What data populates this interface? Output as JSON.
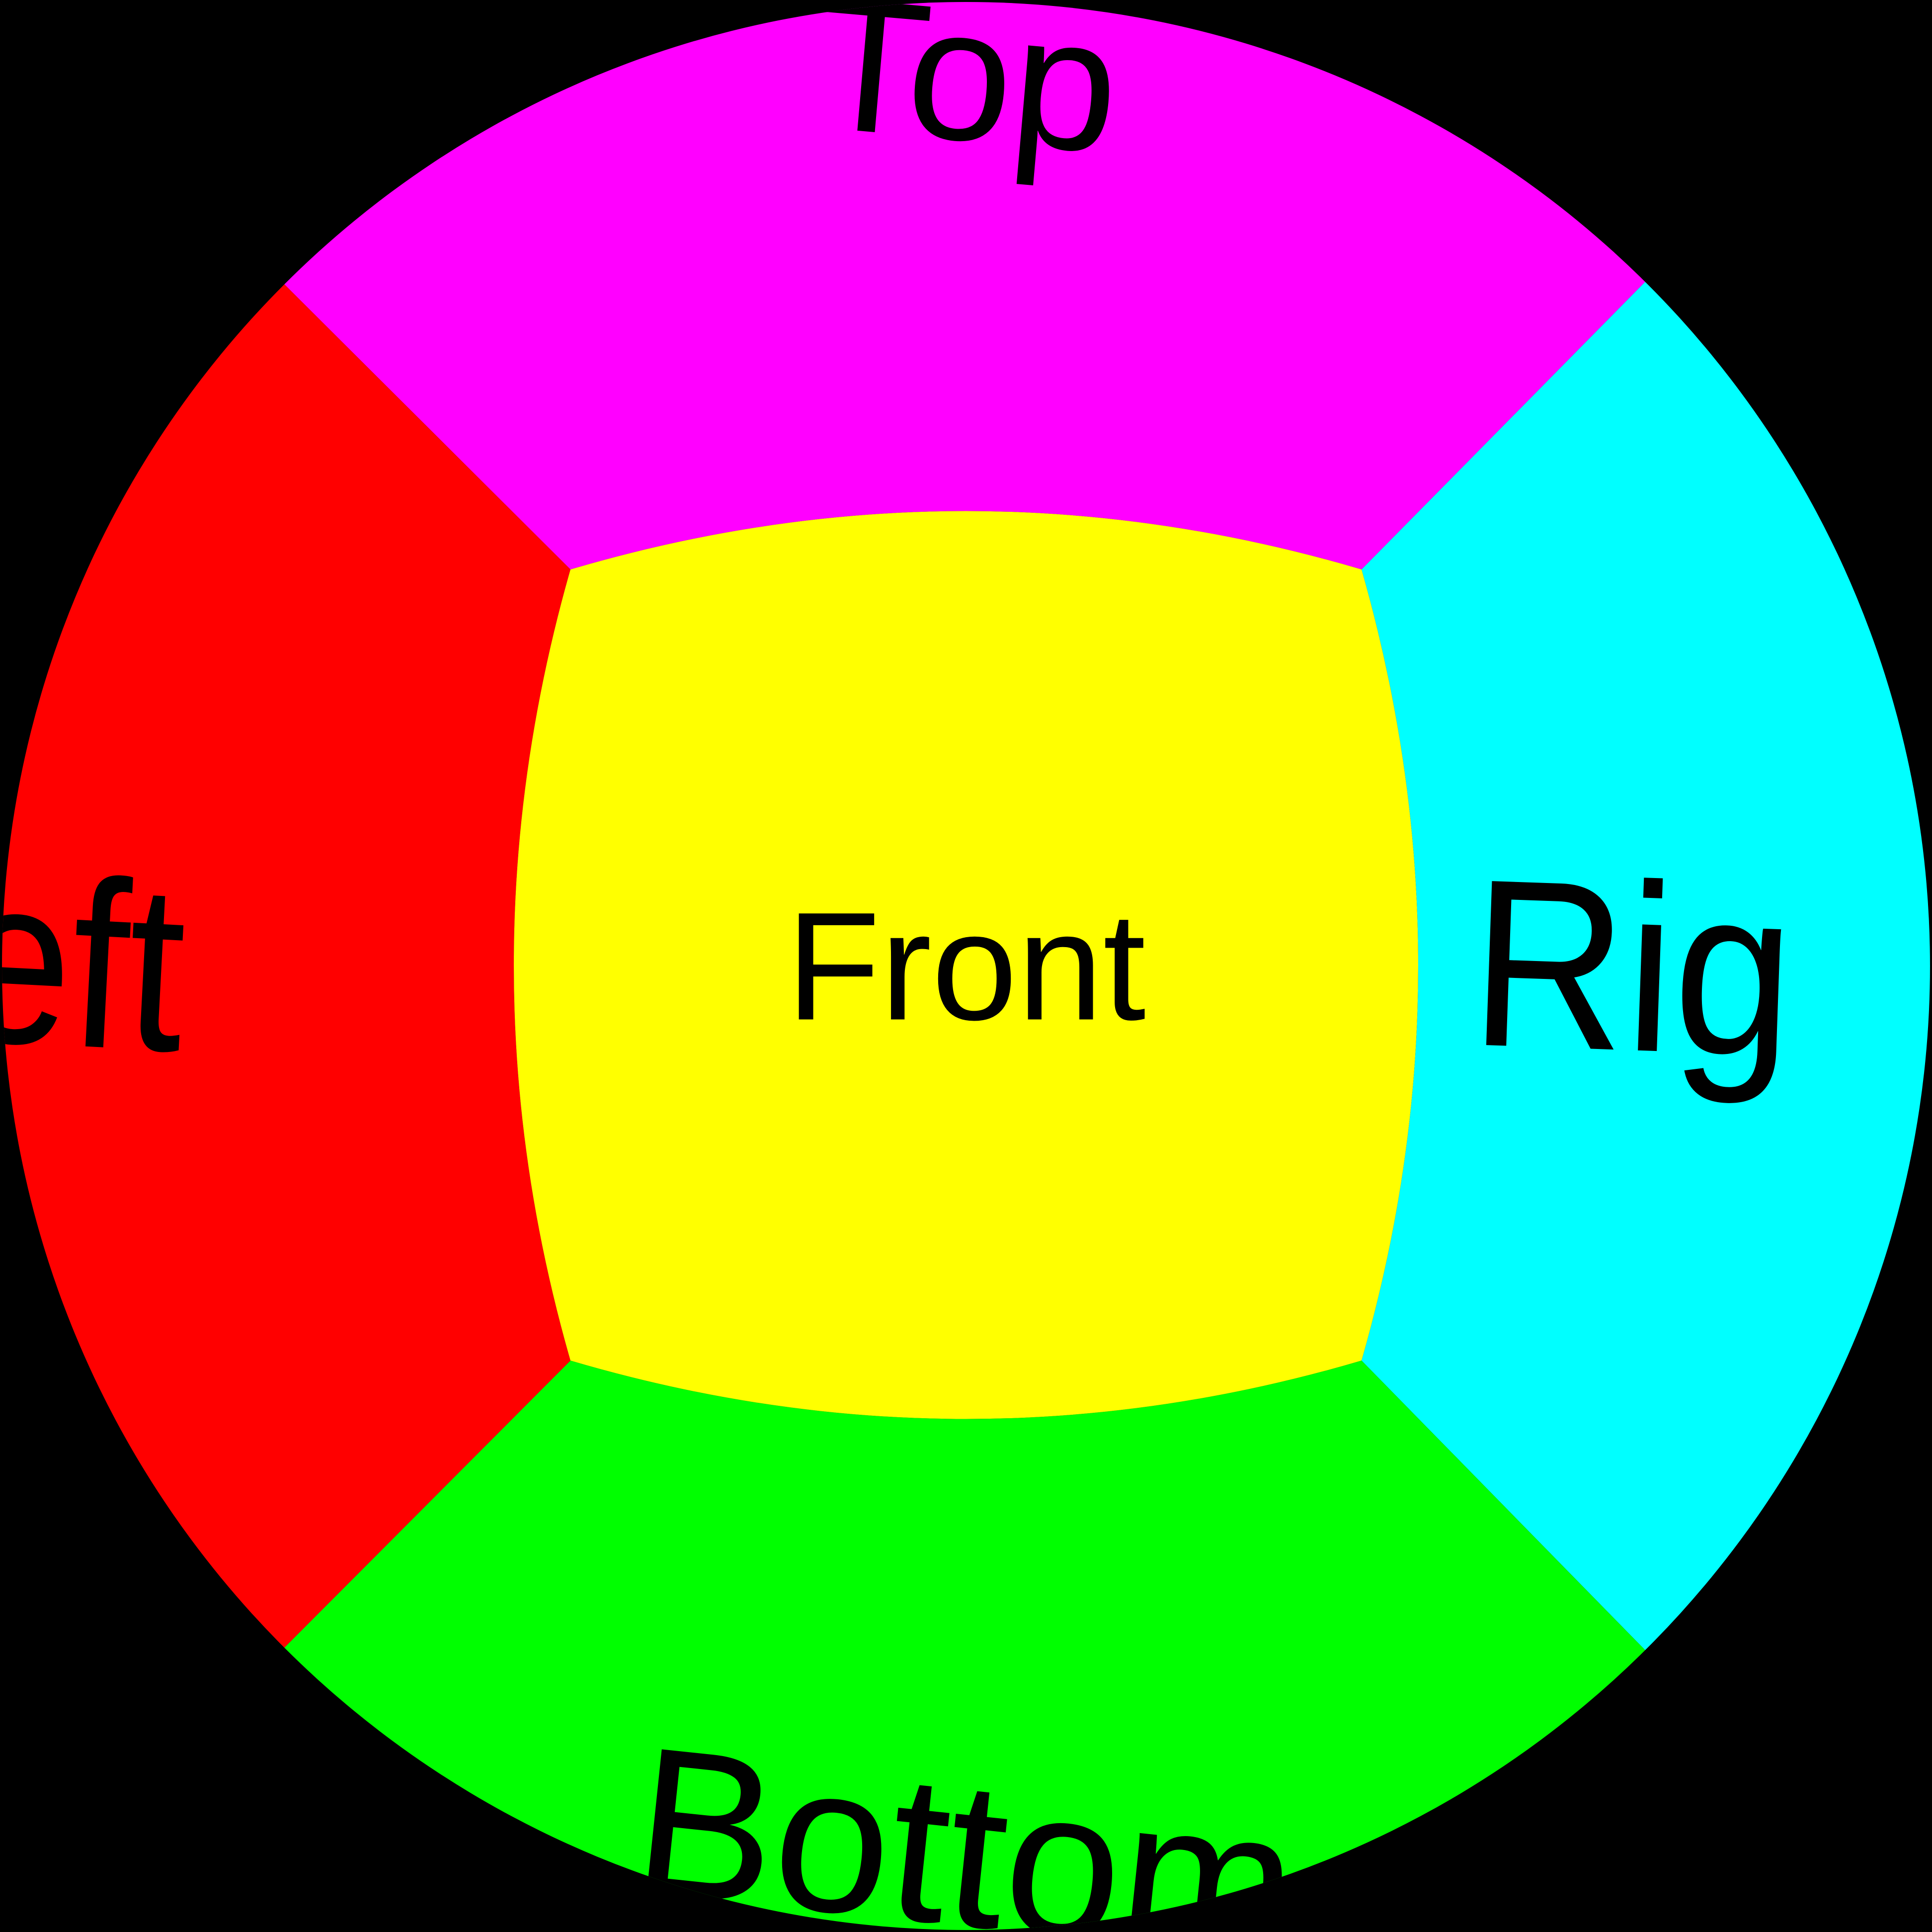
{
  "background_color": "#000000",
  "faces": {
    "front": {
      "label": "Front",
      "color": "#ffff00"
    },
    "top": {
      "label": "Top",
      "color": "#ff00ff"
    },
    "left": {
      "label": "eft",
      "color": "#ff0000"
    },
    "right": {
      "label": "Rig",
      "color": "#00ffff"
    },
    "bottom": {
      "label": "Bottom",
      "color": "#00ff00"
    }
  }
}
